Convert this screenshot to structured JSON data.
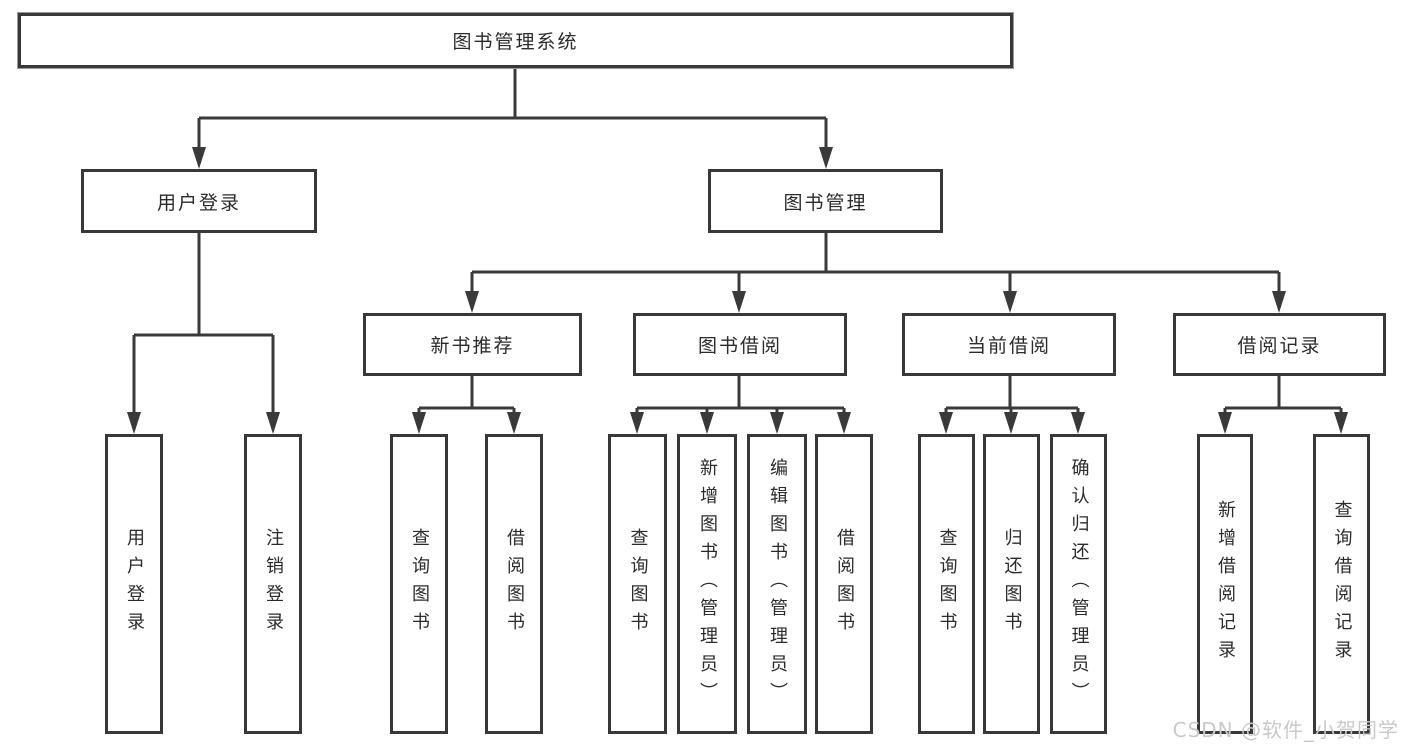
{
  "tree": {
    "root": {
      "label": "图书管理系统"
    },
    "branches": [
      {
        "label": "用户登录",
        "children": [
          {
            "label": "用户登录"
          },
          {
            "label": "注销登录"
          }
        ]
      },
      {
        "label": "图书管理",
        "children": [
          {
            "label": "新书推荐",
            "children": [
              {
                "label": "查询图书"
              },
              {
                "label": "借阅图书"
              }
            ]
          },
          {
            "label": "图书借阅",
            "children": [
              {
                "label": "查询图书"
              },
              {
                "label": "新增图书（管理员）"
              },
              {
                "label": "编辑图书（管理员）"
              },
              {
                "label": "借阅图书"
              }
            ]
          },
          {
            "label": "当前借阅",
            "children": [
              {
                "label": "查询图书"
              },
              {
                "label": "归还图书"
              },
              {
                "label": "确认归还（管理员）"
              }
            ]
          },
          {
            "label": "借阅记录",
            "children": [
              {
                "label": "新增借阅记录"
              },
              {
                "label": "查询借阅记录"
              }
            ]
          }
        ]
      }
    ]
  },
  "watermark": {
    "text": "CSDN @软件_小贺同学"
  },
  "colors": {
    "line": "#3a3a3a",
    "box_border": "#383838",
    "label_text": "#2b2b2b",
    "watermark_text": "#c9c9c9",
    "background": "#ffffff"
  }
}
